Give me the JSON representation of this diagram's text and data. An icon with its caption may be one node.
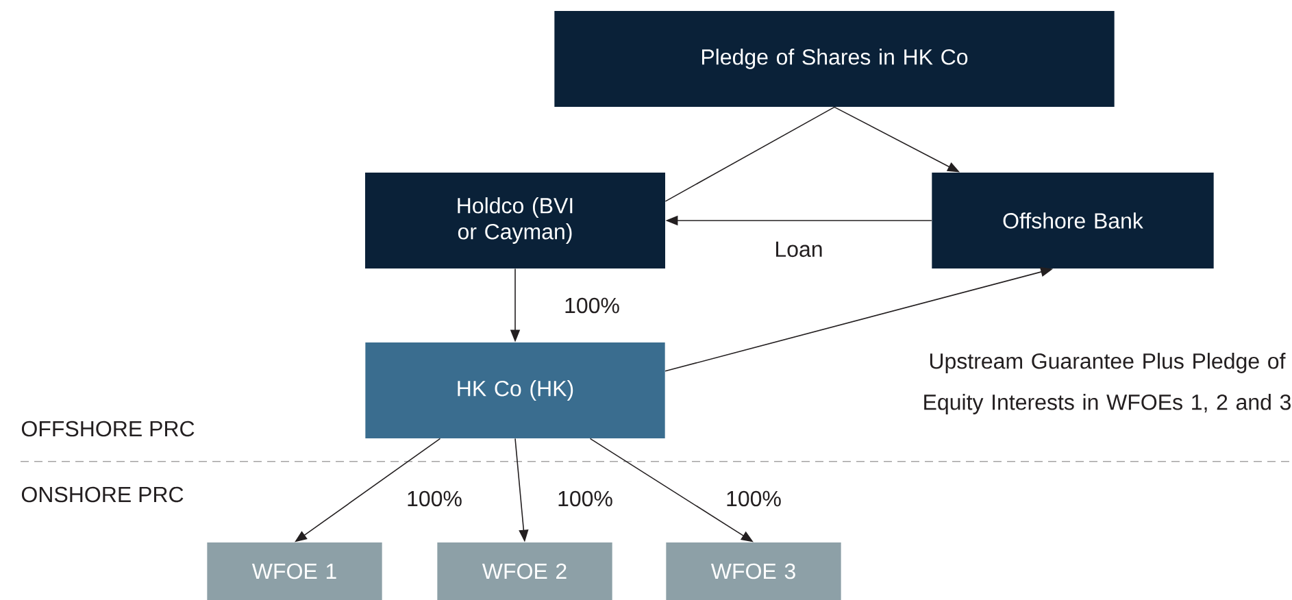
{
  "diagram": {
    "nodes": [
      {
        "text": [
          "Pledge of Shares in HK Co"
        ]
      },
      {
        "text": [
          "Holdco (BVI or Cayman)"
        ]
      },
      {
        "text": [
          "Offshore Bank"
        ]
      },
      {
        "text": [
          "HK Co (HK)"
        ]
      },
      {
        "text": [
          "WFOE 1"
        ]
      },
      {
        "text": [
          "WFOE 2"
        ]
      },
      {
        "text": [
          "WFOE 3"
        ]
      }
    ],
    "edges": [
      {
        "from": 0,
        "to": 1,
        "arrow": "none"
      },
      {
        "from": 0,
        "to": 2,
        "arrow": "to"
      },
      {
        "from": 2,
        "to": 1,
        "arrow": "to",
        "label": "Loan"
      },
      {
        "from": 1,
        "to": 3,
        "arrow": "to",
        "label": "100%"
      },
      {
        "from": 3,
        "to": 2,
        "arrow": "to",
        "label": "Upstream Guarantee Plus Pledge of Equity Interests in WFOEs 1, 2 and 3"
      },
      {
        "from": 3,
        "to": 4,
        "arrow": "to",
        "label": "100%"
      },
      {
        "from": 3,
        "to": 5,
        "arrow": "to",
        "label": "100%"
      },
      {
        "from": 3,
        "to": 6,
        "arrow": "to",
        "label": "100%"
      }
    ],
    "labels": [
      "OFFSHORE PRC",
      "ONSHORE PRC"
    ]
  }
}
